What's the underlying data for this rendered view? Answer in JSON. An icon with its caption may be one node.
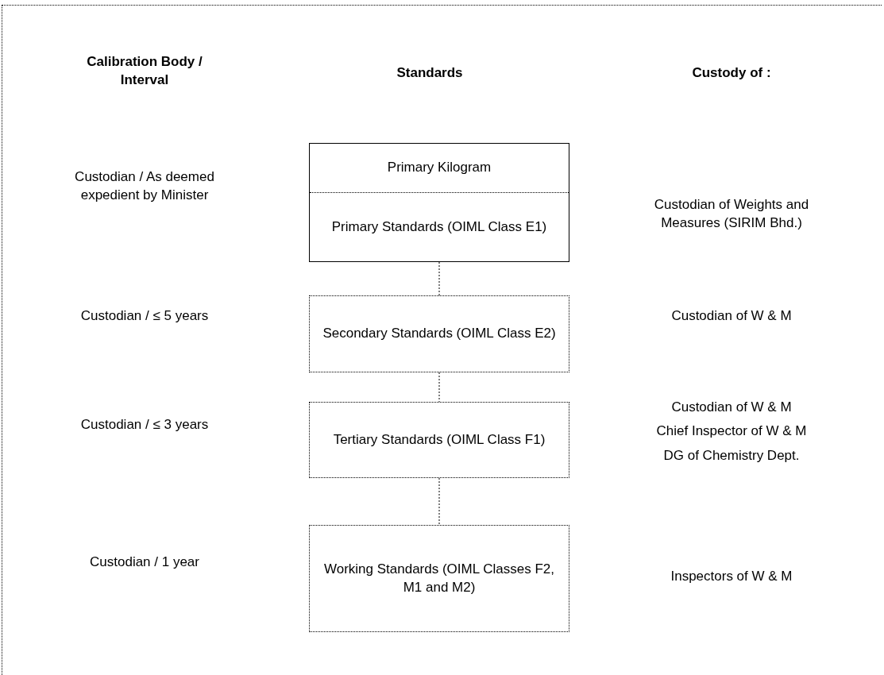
{
  "diagram": {
    "nodes": [
      {
        "text": [
          "Primary Kilogram",
          "Primary Standards (OIML Class E1)"
        ]
      },
      {
        "text": [
          "Secondary Standards (OIML Class E2)"
        ]
      },
      {
        "text": [
          "Tertiary Standards (OIML Class F1)"
        ]
      },
      {
        "text": [
          "Working Standards (OIML Classes F2, M1 and M2)"
        ]
      }
    ],
    "edges": [
      {
        "from": 0,
        "to": 1,
        "arrow": "none",
        "style": "dashed"
      },
      {
        "from": 1,
        "to": 2,
        "arrow": "none",
        "style": "dashed"
      },
      {
        "from": 2,
        "to": 3,
        "arrow": "none",
        "style": "dashed"
      }
    ],
    "labels": [
      "Calibration Body / Interval",
      "Standards",
      "Custody of :",
      "Custodian / As deemed expedient by Minister",
      "Custodian of Weights and Measures (SIRIM Bhd.)",
      "Custodian / ≤ 5 years",
      "Custodian of W & M",
      "Custodian / ≤ 3 years",
      "Custodian of W & M",
      "Chief Inspector of W & M",
      "DG of Chemistry Dept.",
      "Custodian / 1 year",
      "Inspectors of W & M"
    ]
  }
}
